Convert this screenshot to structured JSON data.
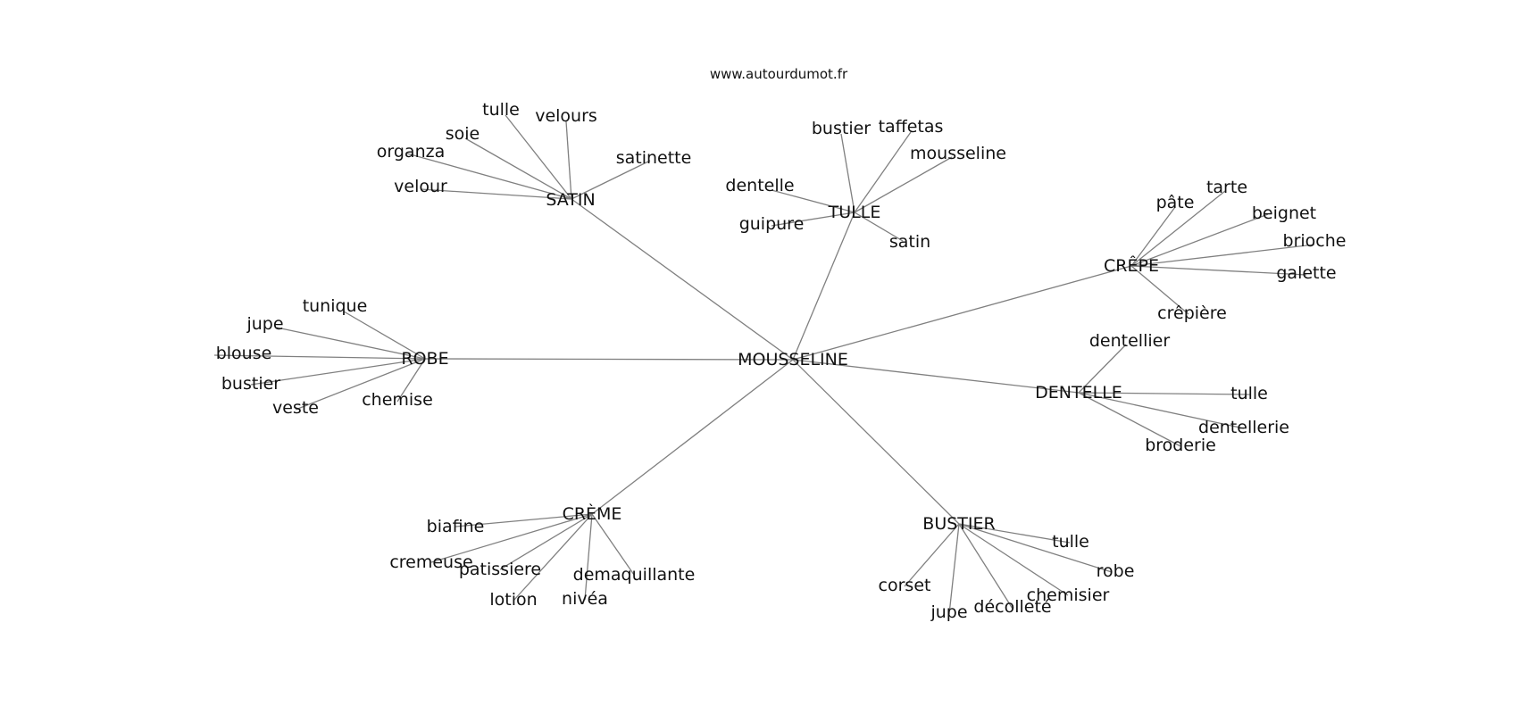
{
  "source": "www.autourdumot.fr",
  "colors": {
    "edge": "#808080",
    "text": "#111111",
    "background": "#ffffff"
  },
  "graph": {
    "center": "MOUSSELINE",
    "clusters": [
      {
        "id": "satin",
        "label": "SATIN",
        "words": [
          "tulle",
          "velours",
          "soie",
          "organza",
          "satinette",
          "velour"
        ]
      },
      {
        "id": "tulle",
        "label": "TULLE",
        "words": [
          "bustier",
          "taffetas",
          "mousseline",
          "dentelle",
          "guipure",
          "satin"
        ]
      },
      {
        "id": "crepe",
        "label": "CRÊPE",
        "words": [
          "pâte",
          "tarte",
          "beignet",
          "brioche",
          "galette",
          "crêpière"
        ]
      },
      {
        "id": "robe",
        "label": "ROBE",
        "words": [
          "tunique",
          "jupe",
          "blouse",
          "bustier",
          "veste",
          "chemise"
        ]
      },
      {
        "id": "dentelle",
        "label": "DENTELLE",
        "words": [
          "dentellier",
          "tulle",
          "dentellerie",
          "broderie"
        ]
      },
      {
        "id": "creme",
        "label": "CRÈME",
        "words": [
          "biafine",
          "cremeuse",
          "patissiere",
          "demaquillante",
          "lotion",
          "nivéa"
        ]
      },
      {
        "id": "bustier",
        "label": "BUSTIER",
        "words": [
          "tulle",
          "robe",
          "corset",
          "chemisier",
          "jupe",
          "décolleté"
        ]
      }
    ]
  }
}
